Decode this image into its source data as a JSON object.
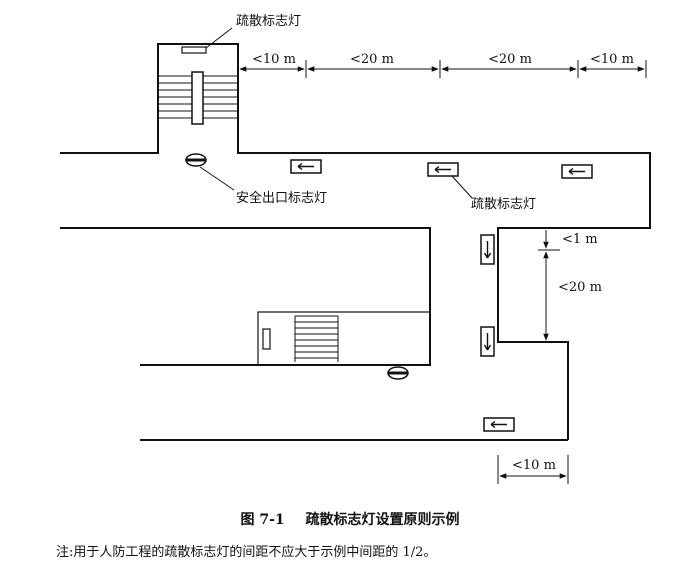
{
  "labels": {
    "evac_sign_top": "疏散标志灯",
    "exit_sign": "安全出口标志灯",
    "evac_sign_mid": "疏散标志灯"
  },
  "dimensions": {
    "top_left": "<10 m",
    "top_mid1": "<20 m",
    "top_mid2": "<20 m",
    "top_right": "<10 m",
    "right_small": "<1 m",
    "right_long": "<20 m",
    "bottom": "<10 m"
  },
  "caption": {
    "number": "图 7-1",
    "title": "疏散标志灯设置原则示例"
  },
  "note": "注:用于人防工程的疏散标志灯的间距不应大于示例中间距的 1/2。"
}
